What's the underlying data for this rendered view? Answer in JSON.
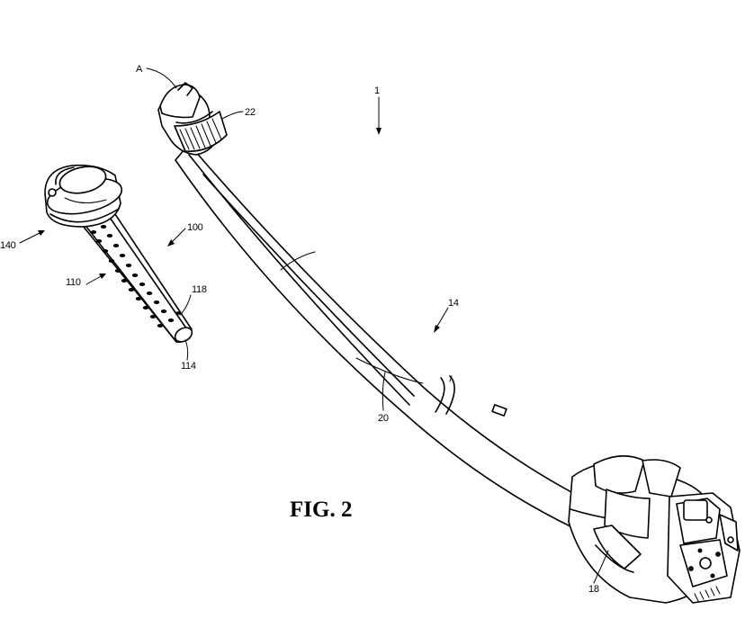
{
  "figure": {
    "caption": "FIG. 2",
    "labels": {
      "A": "A",
      "l1": "1",
      "l22": "22",
      "l100": "100",
      "l140": "140",
      "l110": "110",
      "l118": "118",
      "l114": "114",
      "l14": "14",
      "l20": "20",
      "l18": "18"
    }
  }
}
